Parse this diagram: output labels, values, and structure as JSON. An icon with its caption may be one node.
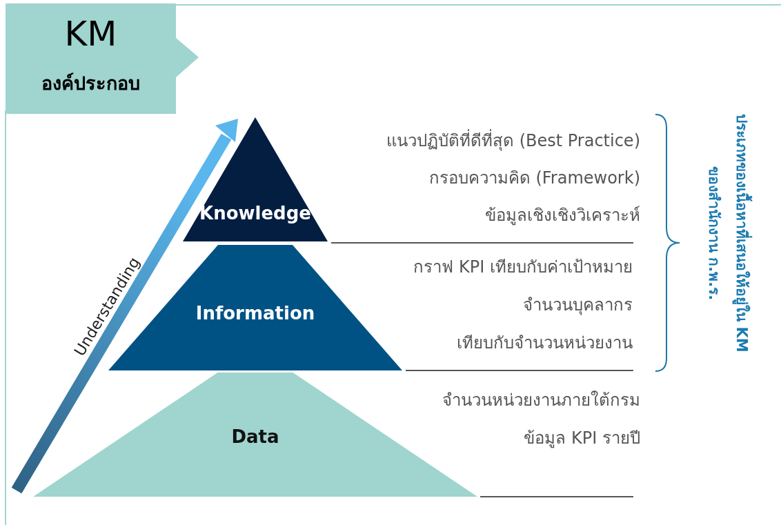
{
  "diagram": {
    "nodes": [
      {
        "text": [
          "KM",
          "องค์ประกอบ"
        ]
      },
      {
        "text": [
          "Knowledge"
        ],
        "beside": [
          "แนวปฏิบัติที่ดีที่สุด (Best Practice)",
          "กรอบความคิด (Framework)",
          "ข้อมูลเชิงเชิงวิเคราะห์"
        ]
      },
      {
        "text": [
          "Information"
        ],
        "beside": [
          "กราฟ KPI เทียบกับค่าเป้าหมาย",
          "จำนวนบุคลากร",
          "เทียบกับจำนวนหน่วยงาน"
        ]
      },
      {
        "text": [
          "Data"
        ],
        "beside": [
          "จำนวนหน่วยงานภายใต้กรม",
          "ข้อมูล KPI รายปี"
        ]
      }
    ],
    "edges": [],
    "labels": [
      "Understanding",
      "ประเภทของเนื้อหาที่เสนอให้อยู่ใน KM ของสำนักงาน ก.พ.ร."
    ]
  }
}
